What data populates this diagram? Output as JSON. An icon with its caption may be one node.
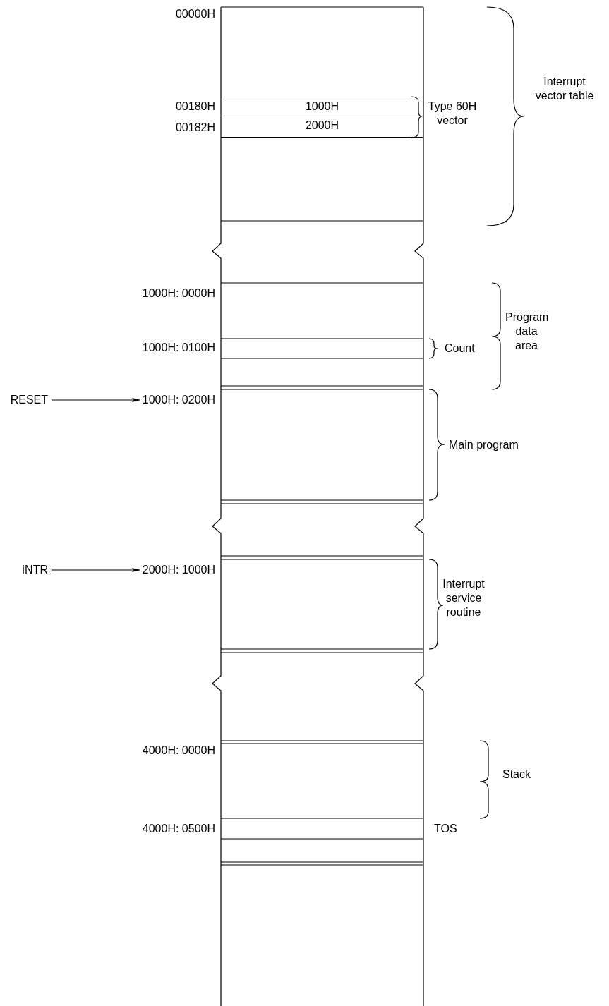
{
  "diagram": {
    "nodes": [
      {
        "text": [],
        "shape": "box"
      },
      {
        "text": [
          "1000H"
        ],
        "in": 0
      },
      {
        "text": [
          "2000H"
        ],
        "in": 0
      },
      {
        "text": [
          "RESET"
        ]
      },
      {
        "text": [
          "1000H: 0200H"
        ]
      },
      {
        "text": [
          "INTR"
        ]
      },
      {
        "text": [
          "2000H: 1000H"
        ]
      }
    ],
    "edges": [
      {
        "from": 3,
        "to": 4,
        "arrow": "to"
      },
      {
        "from": 5,
        "to": 6,
        "arrow": "to"
      }
    ],
    "labels": [
      "00000H",
      "00180H",
      "00182H",
      "Type 60H vector",
      "Interrupt vector table",
      "1000H: 0000H",
      "1000H: 0100H",
      "Count",
      "Program data area",
      "Main program",
      "Interrupt service routine",
      "4000H: 0000H",
      "4000H: 0500H",
      "TOS",
      "Stack"
    ]
  }
}
